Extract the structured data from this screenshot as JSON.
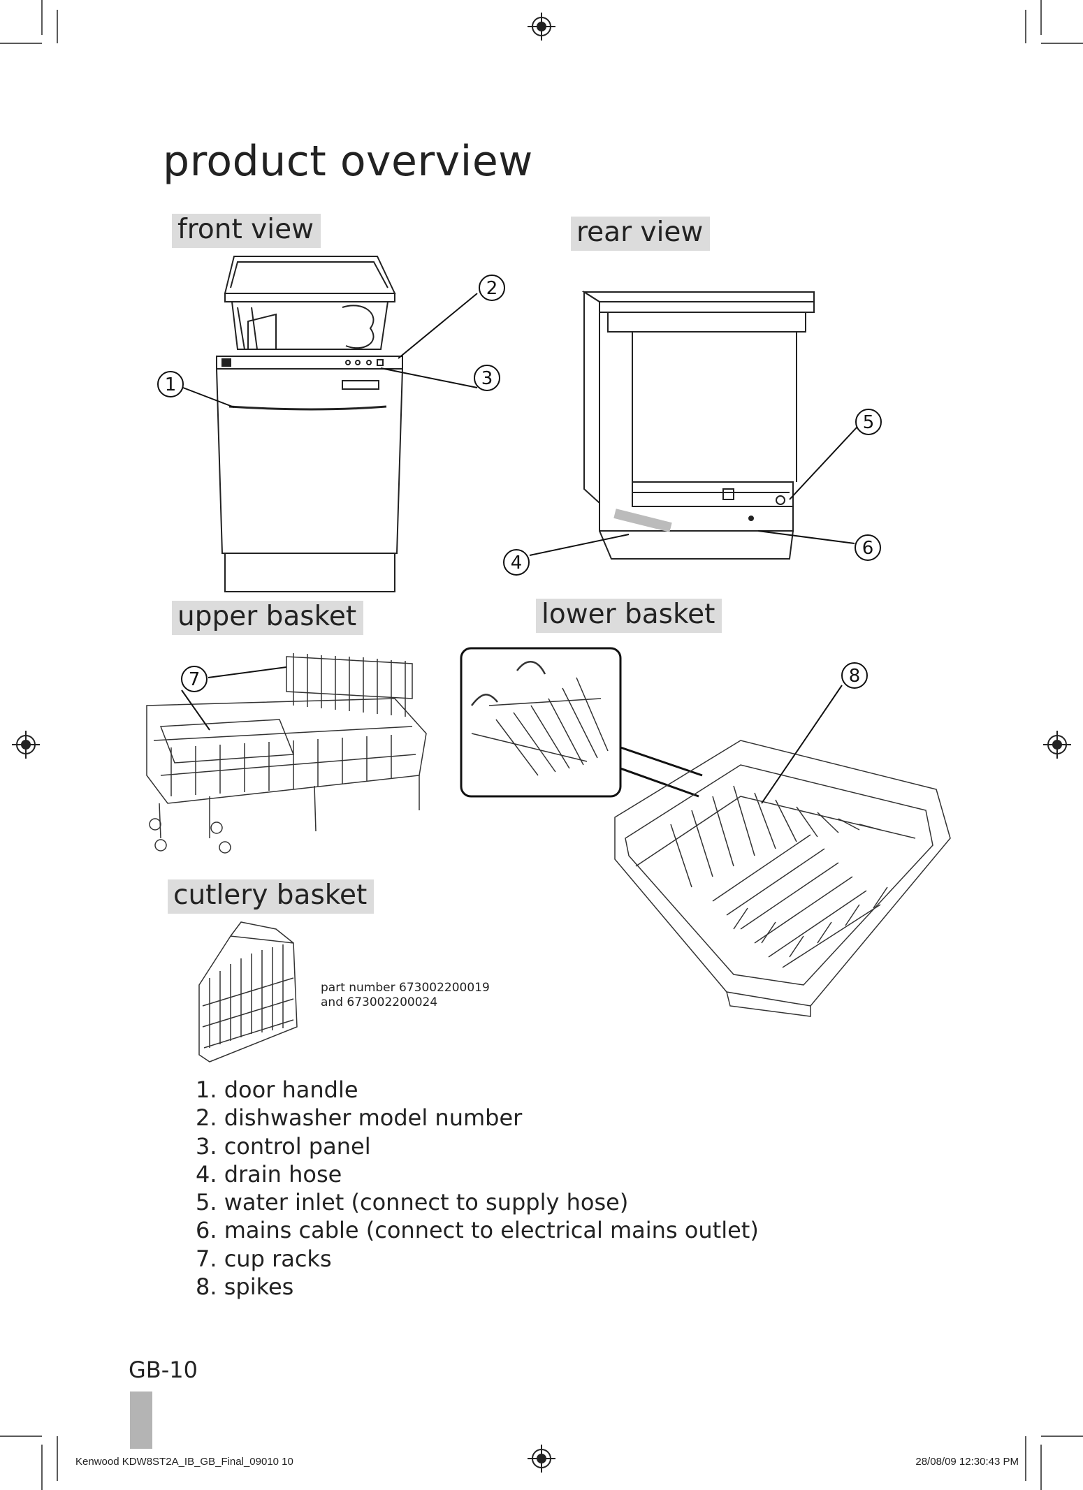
{
  "page": {
    "title": "product overview",
    "sections": {
      "front_view": "front view",
      "rear_view": "rear view",
      "upper_basket": "upper basket",
      "lower_basket": "lower basket",
      "cutlery_basket": "cutlery basket"
    },
    "callouts": [
      "1",
      "2",
      "3",
      "4",
      "5",
      "6",
      "7",
      "8"
    ],
    "part_note": [
      "part number 673002200019",
      "and 673002200024"
    ],
    "legend": [
      "1. door handle",
      "2. dishwasher model number",
      "3. control panel",
      "4. drain hose",
      "5. water inlet (connect to supply hose)",
      "6. mains cable (connect to electrical mains outlet)",
      "7. cup racks",
      "8. spikes"
    ],
    "page_number": "GB-10",
    "footer_left": "Kenwood KDW8ST2A_IB_GB_Final_09010   10",
    "footer_right": "28/08/09   12:30:43 PM"
  }
}
